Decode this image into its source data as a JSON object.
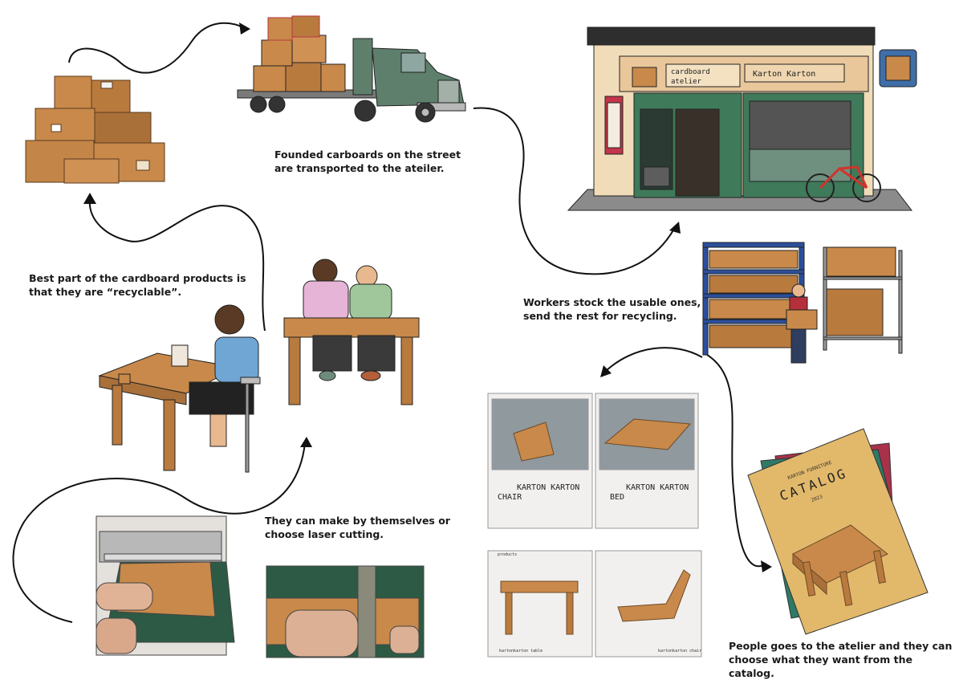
{
  "captions": {
    "transport": [
      "Founded carboards on the street",
      "are transported to the ateiler."
    ],
    "recyclable": [
      "Best part of the cardboard products is",
      "that they are “recyclable”."
    ],
    "stock": [
      "Workers stock the usable ones,",
      "send the rest for recycling."
    ],
    "make": [
      "They can make by themselves or",
      "choose laser cutting."
    ],
    "catalog": [
      "People goes to the atelier and they can",
      "choose what they want from the catalog."
    ]
  },
  "shop": {
    "sign_left_line1": "cardboard",
    "sign_left_line2": "atelier",
    "sign_right": "Karton Karton"
  },
  "catalog_spread": {
    "chair_brand": "KARTON KARTON",
    "chair_label": "CHAIR",
    "bed_brand": "KARTON KARTON",
    "bed_label": "BED",
    "lower_left_label": "kartonkarton table",
    "lower_right_label": "kartonkarton chair",
    "lower_top_label": "products"
  },
  "catalog_book": {
    "subtitle": "KARTON FURNITURE",
    "title": "CATALOG",
    "year": "2023"
  },
  "colors": {
    "cardboard": "#c8894a",
    "cardboard_dark": "#a9703a",
    "truck": "#5e7f6c",
    "shop_green": "#3f7a5a",
    "shop_wall": "#f0dcb9",
    "arrow": "#111111",
    "catalog_cover": "#e2b96b",
    "catalog_red": "#a8324a",
    "catalog_green": "#2e7a66"
  }
}
